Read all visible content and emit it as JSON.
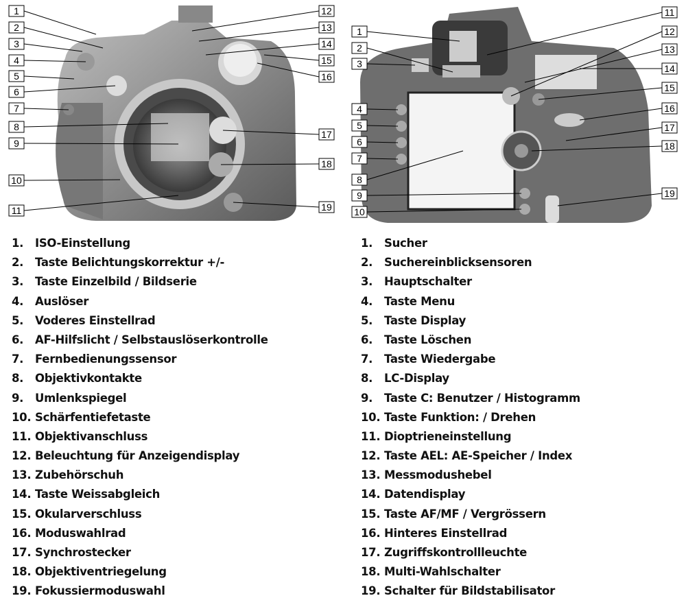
{
  "front_view": {
    "callouts": [
      "1",
      "2",
      "3",
      "4",
      "5",
      "6",
      "7",
      "8",
      "9",
      "10",
      "11",
      "12",
      "13",
      "14",
      "15",
      "16",
      "17",
      "18",
      "19"
    ],
    "items": [
      {
        "num": "1.",
        "label": "ISO-Einstellung"
      },
      {
        "num": "2.",
        "label": "Taste Belichtungskorrektur +/-"
      },
      {
        "num": "3.",
        "label": "Taste Einzelbild / Bildserie"
      },
      {
        "num": "4.",
        "label": "Auslöser"
      },
      {
        "num": "5.",
        "label": "Voderes Einstellrad"
      },
      {
        "num": "6.",
        "label": "AF-Hilfslicht / Selbstauslöserkontrolle"
      },
      {
        "num": "7.",
        "label": "Fernbedienungssensor"
      },
      {
        "num": "8.",
        "label": "Objektivkontakte"
      },
      {
        "num": "9.",
        "label": "Umlenkspiegel"
      },
      {
        "num": "10.",
        "label": "Schärfentiefetaste"
      },
      {
        "num": "11.",
        "label": "Objektivanschluss"
      },
      {
        "num": "12.",
        "label": "Beleuchtung für Anzeigendisplay"
      },
      {
        "num": "13.",
        "label": "Zubehörschuh"
      },
      {
        "num": "14.",
        "label": "Taste Weissabgleich"
      },
      {
        "num": "15.",
        "label": "Okularverschluss"
      },
      {
        "num": "16.",
        "label": "Moduswahlrad"
      },
      {
        "num": "17.",
        "label": "Synchrostecker"
      },
      {
        "num": "18.",
        "label": "Objektiventriegelung"
      },
      {
        "num": "19.",
        "label": "Fokussiermoduswahl"
      }
    ]
  },
  "back_view": {
    "callouts": [
      "1",
      "2",
      "3",
      "4",
      "5",
      "6",
      "7",
      "8",
      "9",
      "10",
      "11",
      "12",
      "13",
      "14",
      "15",
      "16",
      "17",
      "18",
      "19"
    ],
    "items": [
      {
        "num": "1.",
        "label": "Sucher"
      },
      {
        "num": "2.",
        "label": "Suchereinblicksensoren"
      },
      {
        "num": "3.",
        "label": "Hauptschalter"
      },
      {
        "num": "4.",
        "label": "Taste Menu"
      },
      {
        "num": "5.",
        "label": "Taste Display"
      },
      {
        "num": "6.",
        "label": "Taste Löschen"
      },
      {
        "num": "7.",
        "label": "Taste Wiedergabe"
      },
      {
        "num": "8.",
        "label": "LC-Display"
      },
      {
        "num": "9.",
        "label": "Taste C: Benutzer / Histogramm"
      },
      {
        "num": "10.",
        "label": "Taste Funktion: / Drehen"
      },
      {
        "num": "11.",
        "label": "Dioptrieneinstellung"
      },
      {
        "num": "12.",
        "label": "Taste AEL: AE-Speicher / Index"
      },
      {
        "num": "13.",
        "label": "Messmodushebel"
      },
      {
        "num": "14.",
        "label": "Datendisplay"
      },
      {
        "num": "15.",
        "label": "Taste AF/MF / Vergrössern"
      },
      {
        "num": "16.",
        "label": "Hinteres Einstellrad"
      },
      {
        "num": "17.",
        "label": "Zugriffskontrollleuchte"
      },
      {
        "num": "18.",
        "label": "Multi-Wahlschalter"
      },
      {
        "num": "19.",
        "label": "Schalter für Bildstabilisator"
      }
    ]
  }
}
